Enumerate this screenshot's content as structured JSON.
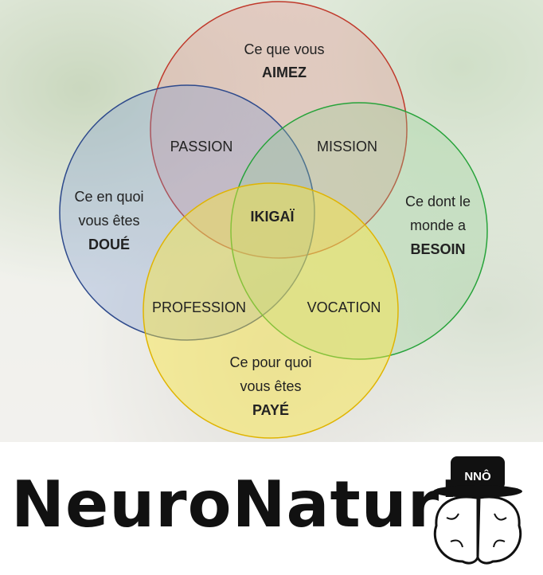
{
  "diagram": {
    "circles": [
      {
        "id": "aimez",
        "lines": [
          "Ce que vous"
        ],
        "bold": "AIMEZ",
        "color": "#c0392b"
      },
      {
        "id": "doue",
        "lines": [
          "Ce en quoi",
          "vous êtes"
        ],
        "bold": "DOUÉ",
        "color": "#2e4a8c"
      },
      {
        "id": "besoin",
        "lines": [
          "Ce dont le",
          "monde a"
        ],
        "bold": "BESOIN",
        "color": "#27a33a"
      },
      {
        "id": "paye",
        "lines": [
          "Ce pour quoi",
          "vous êtes"
        ],
        "bold": "PAYÉ",
        "color": "#e0b400"
      }
    ],
    "intersections": {
      "passion": "PASSION",
      "mission": "MISSION",
      "profession": "PROFESSION",
      "vocation": "VOCATION",
      "center": "IKIGAÏ"
    }
  },
  "logo": {
    "name": "NeuroNatur'",
    "badge": "NNÔ"
  }
}
